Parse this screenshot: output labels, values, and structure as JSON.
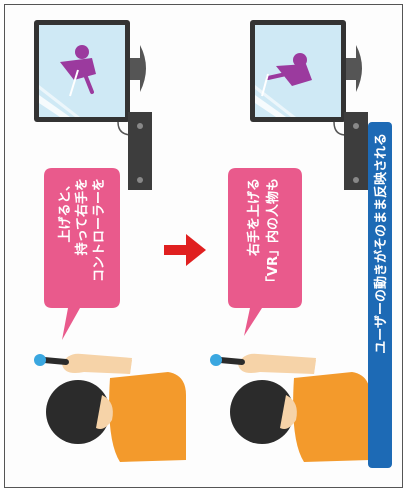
{
  "panels": {
    "left_bubble": {
      "lines": [
        "コントローラーを",
        "持って右手を",
        "上げると、"
      ]
    },
    "right_bubble": {
      "lines": [
        "「VR」内の人物も",
        "右手を上げる"
      ]
    }
  },
  "caption": {
    "text": "ユーザーの動きがそのまま反映される"
  },
  "colors": {
    "bubble_pink": "#e95a8c",
    "caption_blue": "#1d6ab5",
    "arrow_red": "#e02020",
    "shirt_orange": "#f39a2c",
    "skin": "#f6d3a8",
    "hair": "#2b2b2b",
    "screen_bg": "#cfe9f5",
    "vr_figure": "#9b3a9e",
    "device_dark": "#3d3d3d"
  }
}
